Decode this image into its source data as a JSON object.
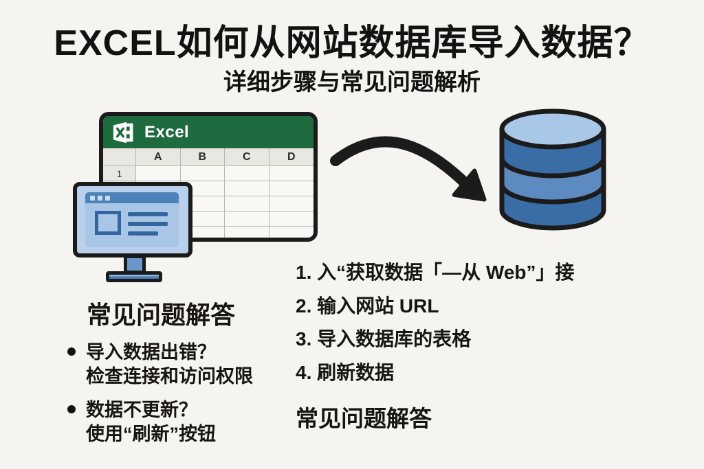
{
  "title": "EXCEL如何从网站数据库导入数据？",
  "subtitle": "详细步骤与常见问题解析",
  "excel_window": {
    "app_name": "Excel",
    "columns": [
      "A",
      "B",
      "C",
      "D"
    ],
    "first_row_number": "1"
  },
  "steps": {
    "items": [
      "1. 入“获取数据「—从 Web”」接",
      "2. 输入网站 URL",
      "3. 导入数据库的表格",
      "4. 刷新数据"
    ],
    "heading": "常见问题解答"
  },
  "faq": {
    "heading": "常见问题解答",
    "items": [
      {
        "question": "导入数据出错？",
        "answer": "检查连接和访问权限"
      },
      {
        "question": "数据不更新？",
        "answer": "使用“刷新”按钮"
      }
    ]
  },
  "colors": {
    "background": "#f6f4f0",
    "excel_green": "#1e6b40",
    "outline": "#1b1b1b",
    "monitor_screen": "#b9d0ec",
    "browser_bar": "#4d81ba",
    "browser_accent": "#33659f",
    "database_dark": "#3a6ca6",
    "database_mid": "#5d8ac0",
    "database_light": "#a9c8e8"
  }
}
